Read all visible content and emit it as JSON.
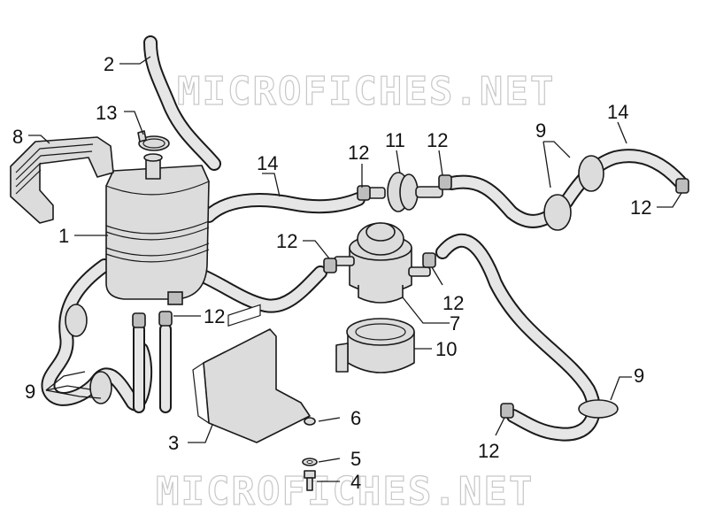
{
  "watermark": {
    "text": "MICROFICHES.NET"
  },
  "callouts": {
    "c1": "1",
    "c2": "2",
    "c3": "3",
    "c4": "4",
    "c5": "5",
    "c6": "6",
    "c7": "7",
    "c8": "8",
    "c9a": "9",
    "c9b": "9",
    "c9c": "9",
    "c10": "10",
    "c11": "11",
    "c12a": "12",
    "c12b": "12",
    "c12c": "12",
    "c12d": "12",
    "c12e": "12",
    "c12f": "12",
    "c12g": "12",
    "c13": "13",
    "c14a": "14",
    "c14b": "14"
  }
}
